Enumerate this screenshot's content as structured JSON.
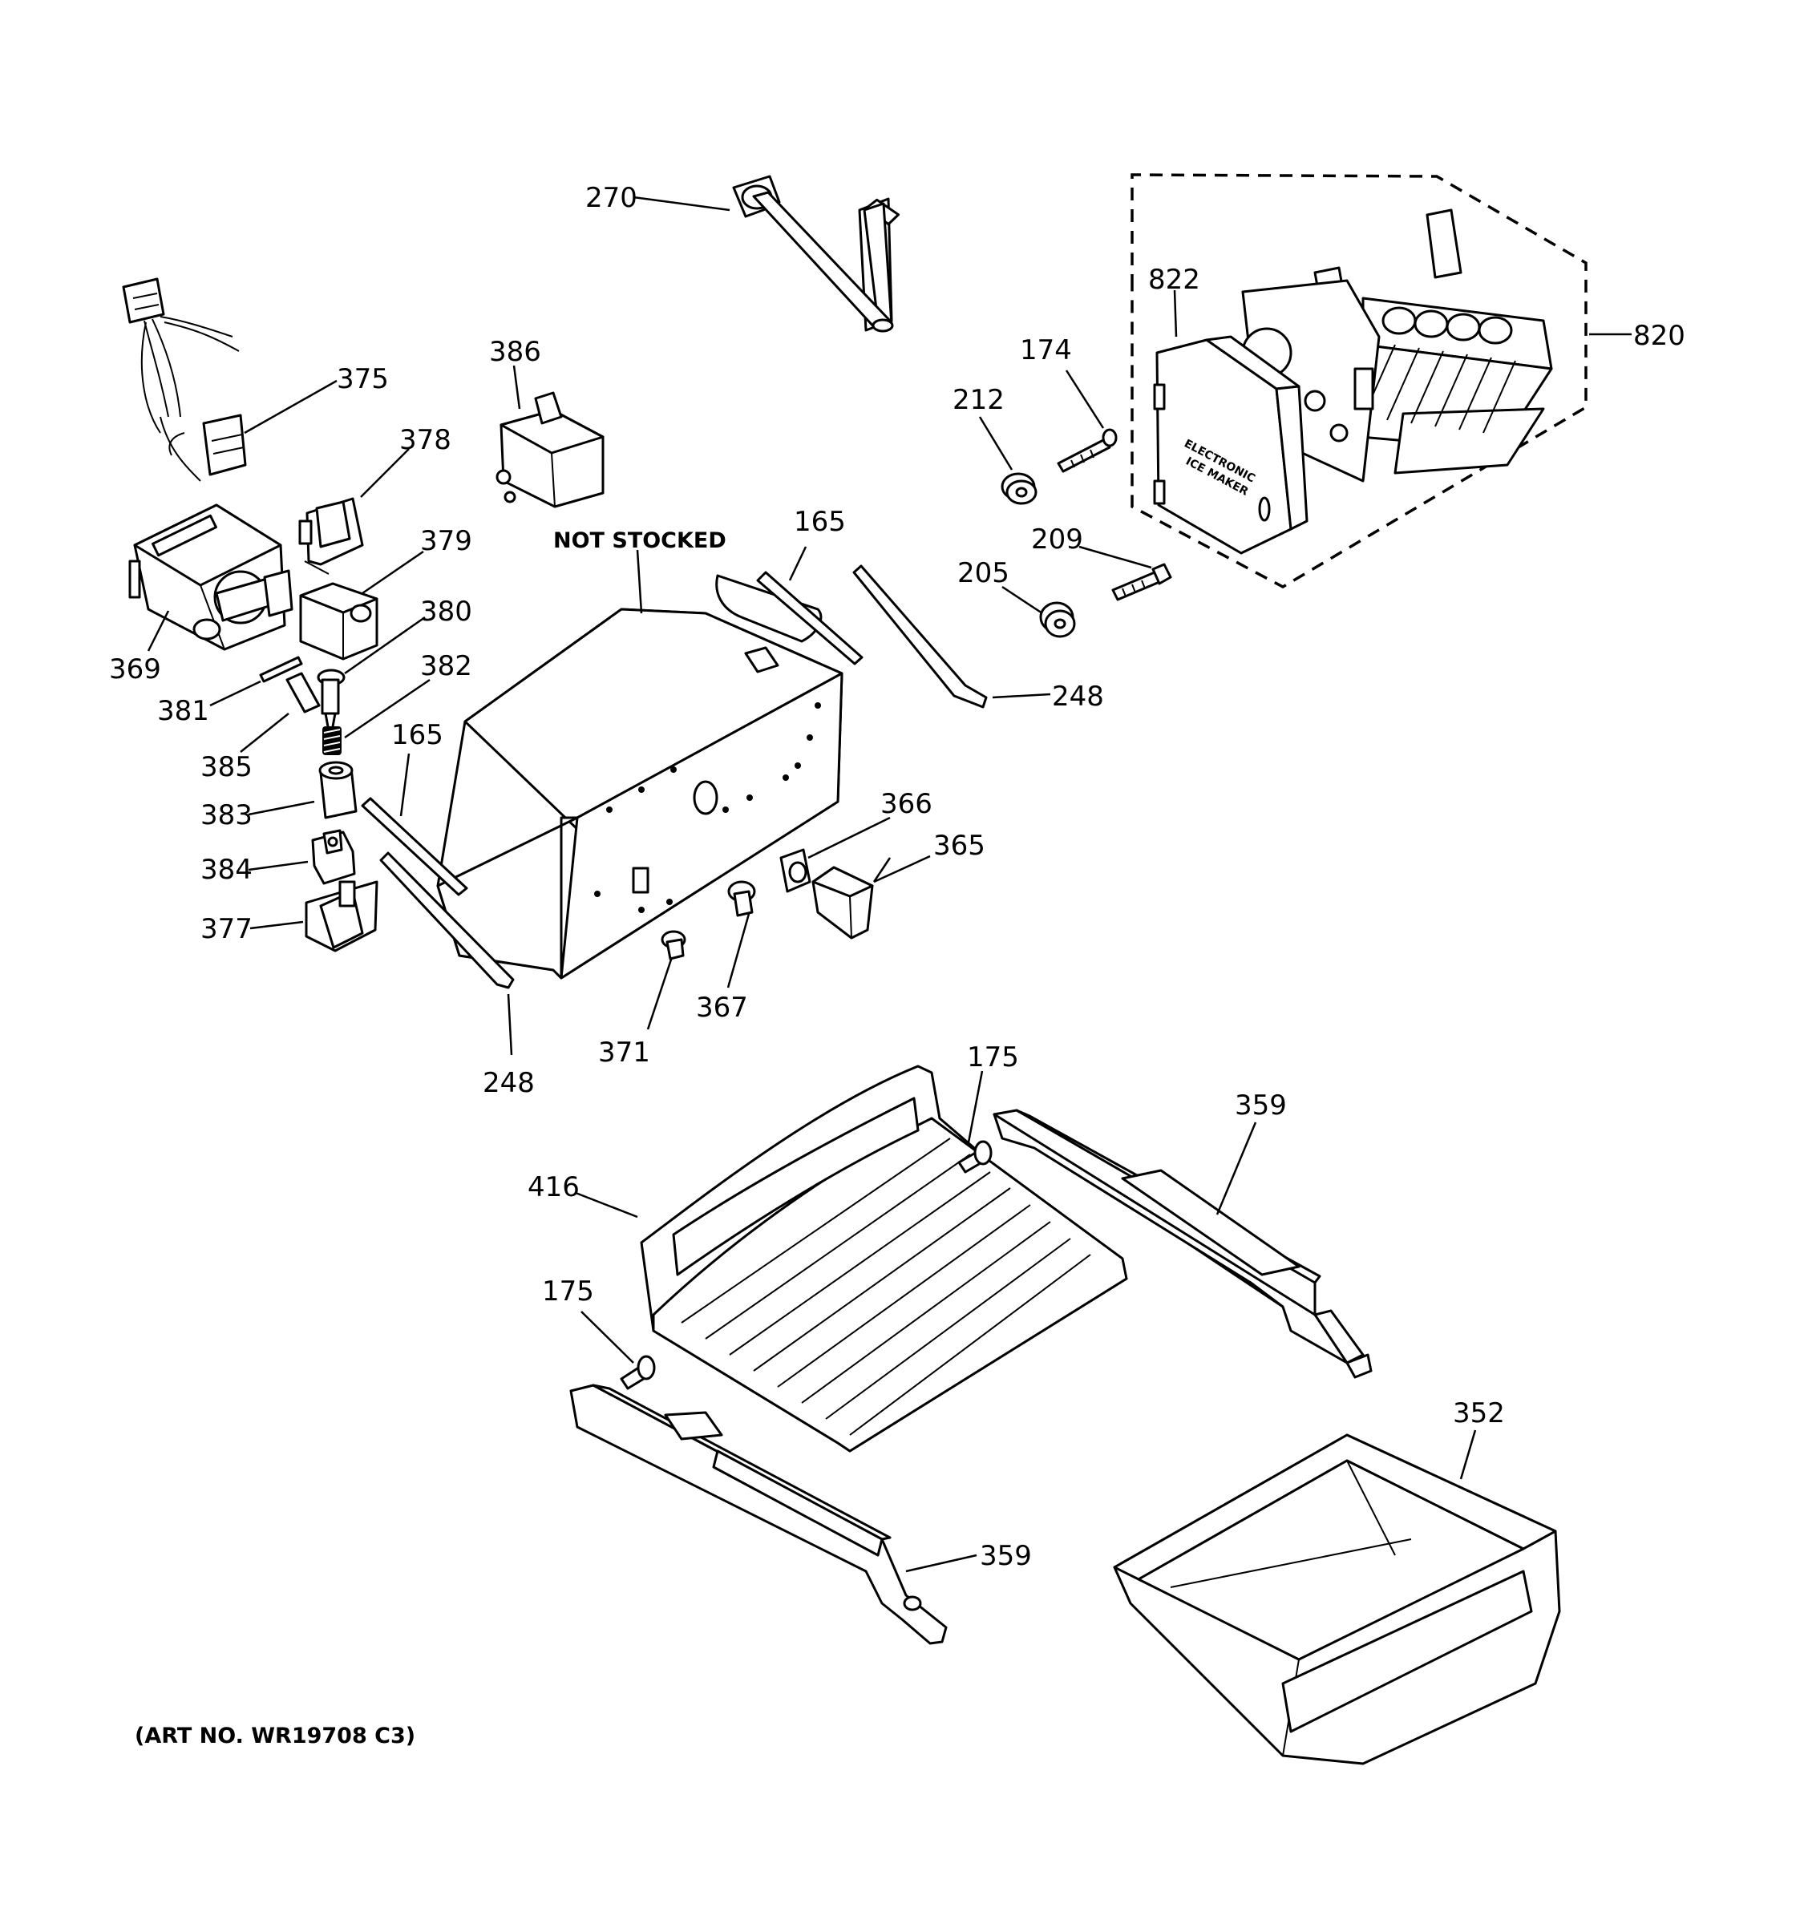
{
  "callouts": [
    {
      "id": "c270",
      "label": "270"
    },
    {
      "id": "c822",
      "label": "822"
    },
    {
      "id": "c820",
      "label": "820"
    },
    {
      "id": "c174",
      "label": "174"
    },
    {
      "id": "c212",
      "label": "212"
    },
    {
      "id": "c386",
      "label": "386"
    },
    {
      "id": "c375",
      "label": "375"
    },
    {
      "id": "c378",
      "label": "378"
    },
    {
      "id": "c379",
      "label": "379"
    },
    {
      "id": "c380",
      "label": "380"
    },
    {
      "id": "c382",
      "label": "382"
    },
    {
      "id": "c369",
      "label": "369"
    },
    {
      "id": "c381",
      "label": "381"
    },
    {
      "id": "c385",
      "label": "385"
    },
    {
      "id": "c165a",
      "label": "165"
    },
    {
      "id": "c165b",
      "label": "165"
    },
    {
      "id": "c383",
      "label": "383"
    },
    {
      "id": "c384",
      "label": "384"
    },
    {
      "id": "c377",
      "label": "377"
    },
    {
      "id": "c209",
      "label": "209"
    },
    {
      "id": "c205",
      "label": "205"
    },
    {
      "id": "c248a",
      "label": "248"
    },
    {
      "id": "c248b",
      "label": "248"
    },
    {
      "id": "c366",
      "label": "366"
    },
    {
      "id": "c365",
      "label": "365"
    },
    {
      "id": "c367",
      "label": "367"
    },
    {
      "id": "c371",
      "label": "371"
    },
    {
      "id": "c175a",
      "label": "175"
    },
    {
      "id": "c359a",
      "label": "359"
    },
    {
      "id": "c416",
      "label": "416"
    },
    {
      "id": "c175b",
      "label": "175"
    },
    {
      "id": "c352",
      "label": "352"
    },
    {
      "id": "c359b",
      "label": "359"
    }
  ],
  "notes": {
    "not_stocked": "NOT STOCKED",
    "ice_maker_line1": "ELECTRONIC",
    "ice_maker_line2": "ICE MAKER"
  },
  "footer": {
    "art_number": "(ART NO. WR19708 C3)"
  }
}
